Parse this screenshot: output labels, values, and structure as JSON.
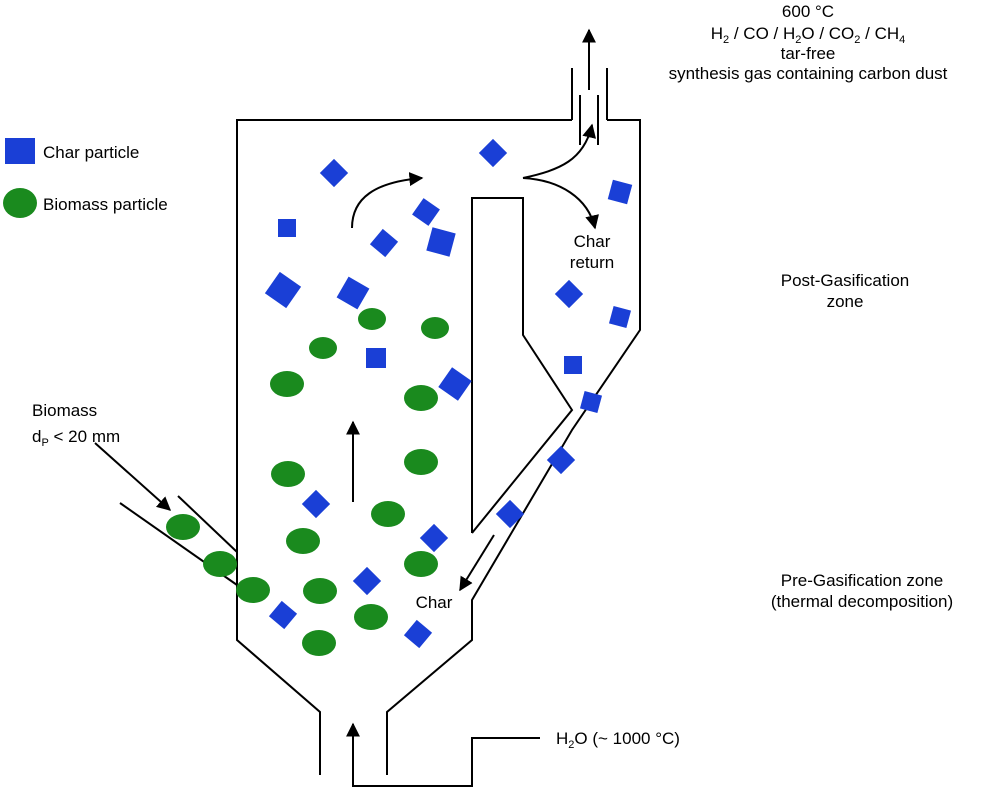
{
  "outlet": {
    "temperature": "600 °C",
    "gas_components": "H2 / CO / H2O / CO2 / CH4",
    "tar_free": "tar-free",
    "description": "synthesis gas containing carbon dust"
  },
  "legend": {
    "char_label": "Char particle",
    "biomass_label": "Biomass particle"
  },
  "char_return": {
    "line1": "Char",
    "line2": "return"
  },
  "zones": {
    "post_line1": "Post-Gasification",
    "post_line2": "zone",
    "pre_line1": "Pre-Gasification zone",
    "pre_line2": "(thermal decomposition)"
  },
  "feed": {
    "label": "Biomass",
    "size": "dP < 20 mm"
  },
  "char_label": "Char",
  "steam": {
    "label": "H2O (~ 1000 °C)"
  },
  "colors": {
    "char": "#1a3fd6",
    "biomass": "#1a8a1e",
    "outline": "#000000"
  }
}
